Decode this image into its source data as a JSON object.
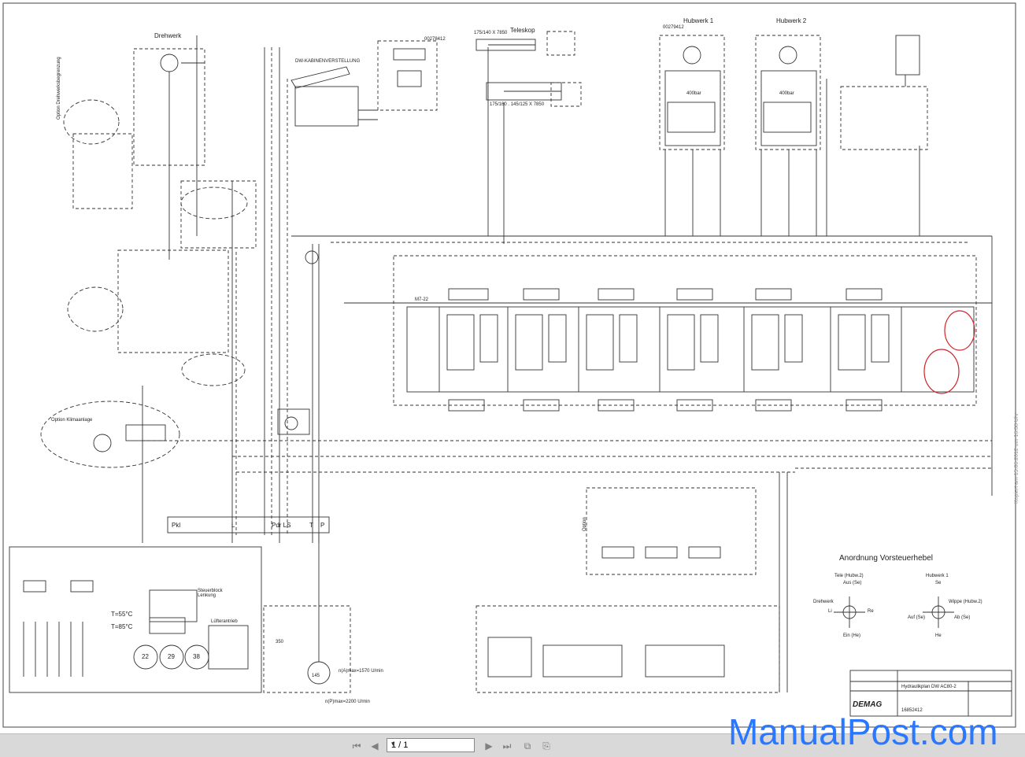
{
  "viewer": {
    "page_indicator": "1 / 1",
    "first_icon": "first-page-icon",
    "prev_icon": "previous-page-icon",
    "next_icon": "next-page-icon",
    "last_icon": "last-page-icon",
    "fit_icon": "fit-page-icon",
    "link_icon": "link-icon"
  },
  "watermark": "ManualPost.com",
  "diagram": {
    "drehwerk": "Drehwerk",
    "dw_kabinen": "DW-KABINENVERSTELLUNG",
    "teleskop": "Teleskop",
    "hubwerk1": "Hubwerk 1",
    "hubwerk2": "Hubwerk 2",
    "tele_size1": "175/140 X 7850",
    "tele_size2": "175/160 . 145/125 X 7850",
    "code_00278412": "00278412",
    "code_00279412": "00279412",
    "option_klima": "Option Klimaanlage",
    "option_drehw": "Option Drehwerksbegrenzung",
    "option": "Option",
    "port_pkl": "Pkl",
    "port_l": "L",
    "port_pdr": "Pdr LS",
    "port_t": "T",
    "port_p": "P",
    "steuerblock": "Steuerblock Lenkung",
    "lufterantrieb": "Lüfterantrieb",
    "temp1": "T=55°C",
    "temp2": "T=85°C",
    "pump1": "22",
    "pump2": "29",
    "pump3": "38",
    "nmax1": "n(A)max=1570 U/min",
    "nmax2": "n(P)max=2200 U/min",
    "anordnung": "Anordnung Vorsteuerhebel",
    "tele_hubw2": "Tele (Hubw.2)",
    "hubwerk1_lever": "Hubwerk 1",
    "drehwerk_lever": "Drehwerk",
    "wippe": "Wippe (Hubw.2)",
    "auf_se": "Auf (Se)",
    "ein_he": "Ein (He)",
    "aus_se": "Aus (Se)",
    "ab_se": "Ab (Se)",
    "se": "Se",
    "he": "He",
    "li": "Li",
    "re": "Re",
    "title_block_name": "Hydraulikplan DW AC80-2",
    "drawing_number": "16852412",
    "demag": "DEMAG",
    "m7_22": "M7-22",
    "bar400a": "400bar",
    "bar400b": "400bar",
    "bar350": "350",
    "v145": "145",
    "side_note": "Kopiert am 15.06.2012 um 16:38 Uhr"
  }
}
